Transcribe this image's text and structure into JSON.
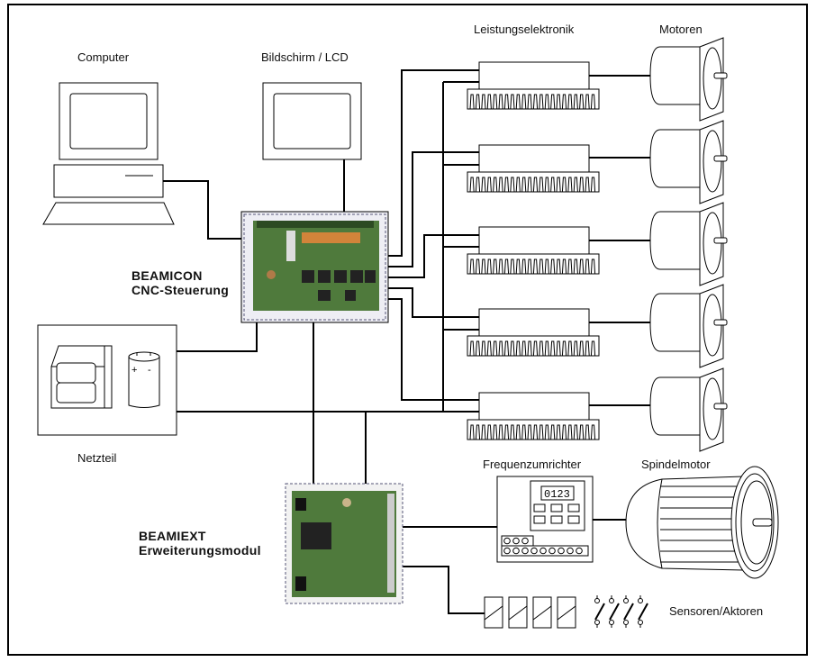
{
  "labels": {
    "computer": "Computer",
    "display": "Bildschirm / LCD",
    "power_electronics": "Leistungselektronik",
    "motors": "Motoren",
    "controller_line1": "BEAMICON",
    "controller_line2": "CNC-Steuerung",
    "power_supply": "Netzteil",
    "frequency_converter": "Frequenzumrichter",
    "spindle_motor": "Spindelmotor",
    "extension_line1": "BEAMIEXT",
    "extension_line2": "Erweiterungsmodul",
    "sensors_actuators": "Sensoren/Aktoren",
    "inverter_display": "0123",
    "capacitor_plus": "+",
    "capacitor_minus": "-"
  },
  "colors": {
    "line": "#000000",
    "board_green": "#4f7a3c",
    "board_frame": "#e6e6ef"
  },
  "drivers": [
    "driver-1",
    "driver-2",
    "driver-3",
    "driver-4",
    "driver-5"
  ]
}
